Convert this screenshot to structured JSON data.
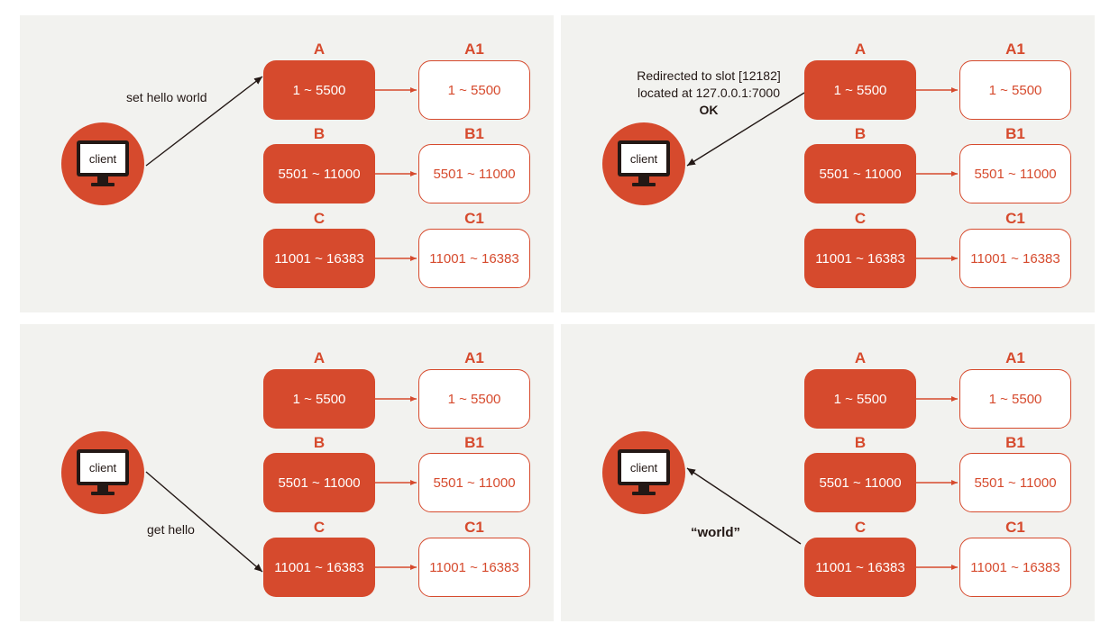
{
  "nodes": {
    "masters": [
      {
        "name": "A",
        "range": "1 ~ 5500"
      },
      {
        "name": "B",
        "range": "5501 ~ 11000"
      },
      {
        "name": "C",
        "range": "11001 ~ 16383"
      }
    ],
    "replicas": [
      {
        "name": "A1",
        "range": "1 ~ 5500"
      },
      {
        "name": "B1",
        "range": "5501 ~ 11000"
      },
      {
        "name": "C1",
        "range": "11001 ~ 16383"
      }
    ]
  },
  "client_label": "client",
  "panels": [
    {
      "annotation": "set hello world"
    },
    {
      "annotation_line1": "Redirected to slot [12182]",
      "annotation_line2": "located at 127.0.0.1:7000",
      "annotation_line3": "OK"
    },
    {
      "annotation": "get hello"
    },
    {
      "annotation": "“world”"
    }
  ],
  "colors": {
    "accent": "#d64a2d",
    "panel_bg": "#f2f2ef",
    "ink": "#231815"
  }
}
